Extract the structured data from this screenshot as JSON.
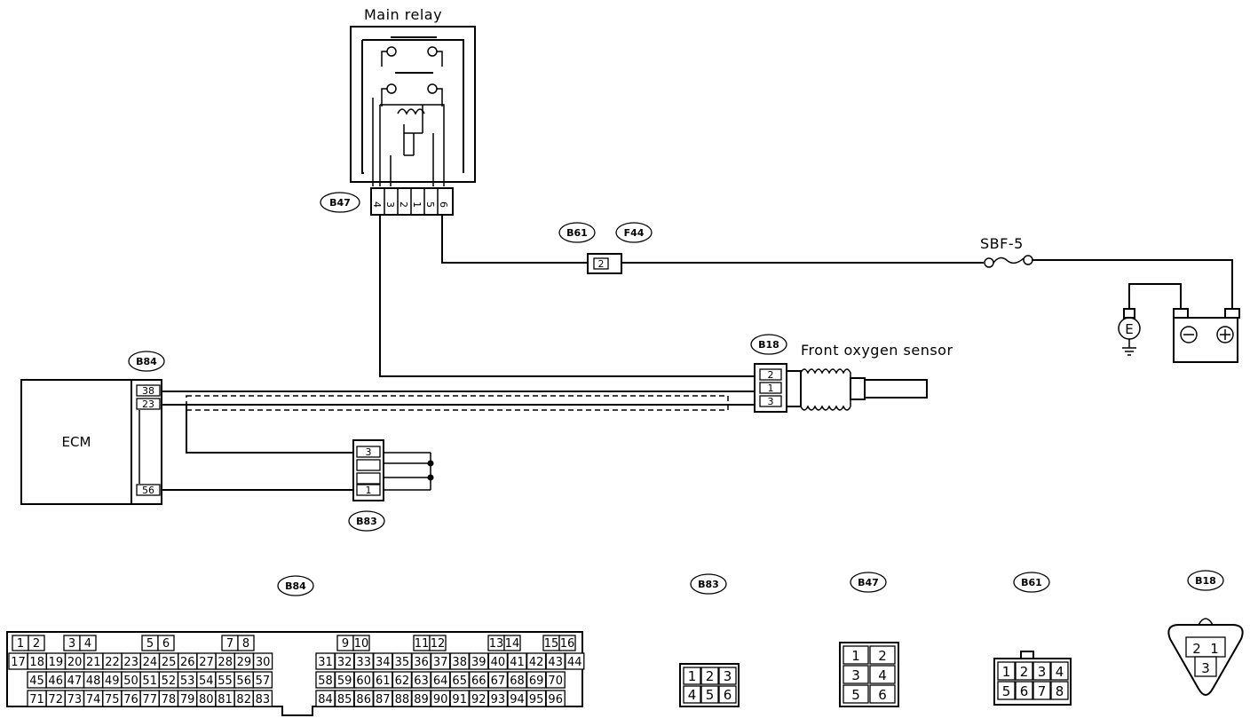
{
  "labels": {
    "main_relay": "Main relay",
    "sbf": "SBF-5",
    "front_oxygen_sensor": "Front oxygen sensor",
    "ecm": "ECM",
    "ground_symbol": "E"
  },
  "tags": {
    "b47": "B47",
    "b61": "B61",
    "f44": "F44",
    "b18": "B18",
    "b84": "B84",
    "b83": "B83"
  },
  "pins": {
    "relay": [
      "4",
      "3",
      "2",
      "1",
      "5",
      "6"
    ],
    "b61_f44": "2",
    "b18": [
      "2",
      "1",
      "3"
    ],
    "ecm": [
      "38",
      "23",
      "56"
    ],
    "b83": [
      "3",
      "1"
    ]
  },
  "connector_views": {
    "b84": {
      "tag": "B84",
      "row1": [
        "1",
        "2",
        "3",
        "4",
        "5",
        "6",
        "7",
        "8",
        "9",
        "10",
        "11",
        "12",
        "13",
        "14",
        "15",
        "16"
      ],
      "row2": [
        "17",
        "18",
        "19",
        "20",
        "21",
        "22",
        "23",
        "24",
        "25",
        "26",
        "27",
        "28",
        "29",
        "30",
        "31",
        "32",
        "33",
        "34",
        "35",
        "36",
        "37",
        "38",
        "39",
        "40",
        "41",
        "42",
        "43",
        "44"
      ],
      "row3": [
        "45",
        "46",
        "47",
        "48",
        "49",
        "50",
        "51",
        "52",
        "53",
        "54",
        "55",
        "56",
        "57",
        "58",
        "59",
        "60",
        "61",
        "62",
        "63",
        "64",
        "65",
        "66",
        "67",
        "68",
        "69",
        "70"
      ],
      "row4": [
        "71",
        "72",
        "73",
        "74",
        "75",
        "76",
        "77",
        "78",
        "79",
        "80",
        "81",
        "82",
        "83",
        "84",
        "85",
        "86",
        "87",
        "88",
        "89",
        "90",
        "91",
        "92",
        "93",
        "94",
        "95",
        "96"
      ]
    },
    "b83": {
      "tag": "B83",
      "pins": [
        "1",
        "2",
        "3",
        "4",
        "5",
        "6"
      ]
    },
    "b47": {
      "tag": "B47",
      "pins": [
        "1",
        "2",
        "3",
        "4",
        "5",
        "6"
      ]
    },
    "b61": {
      "tag": "B61",
      "pins": [
        "1",
        "2",
        "3",
        "4",
        "5",
        "6",
        "7",
        "8"
      ]
    },
    "b18": {
      "tag": "B18",
      "pins": [
        "2",
        "1",
        "3"
      ]
    }
  }
}
